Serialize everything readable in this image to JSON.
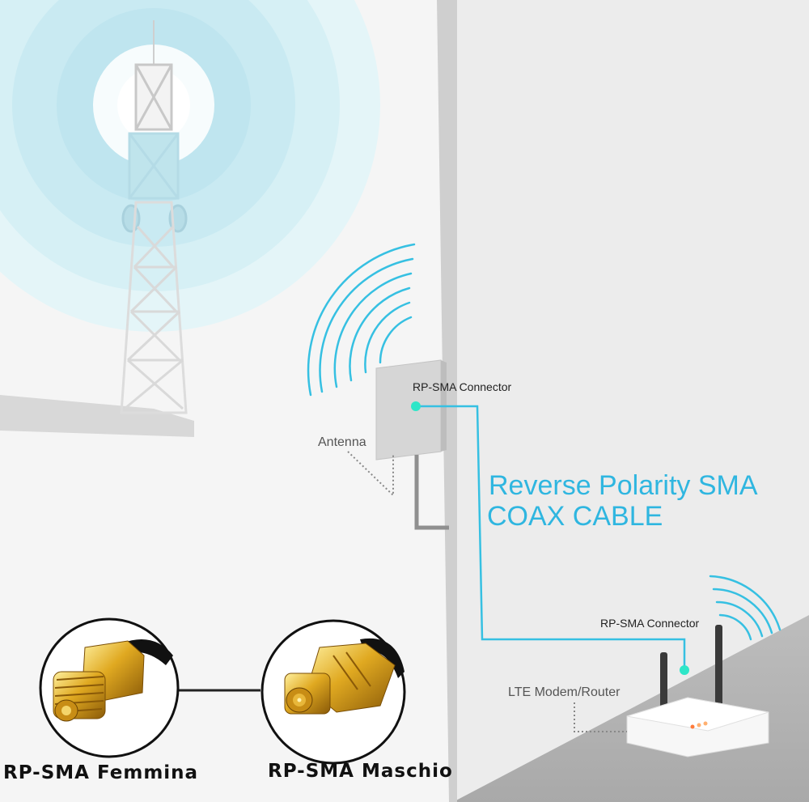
{
  "labels": {
    "connector_top": "RP-SMA Connector",
    "antenna": "Antenna",
    "cable_line1": "Reverse Polarity SMA",
    "cable_line2": "COAX CABLE",
    "connector_bottom": "RP-SMA Connector",
    "router": "LTE Modem/Router",
    "female": "RP-SMA Femmina",
    "male": "RP-SMA Maschio"
  },
  "colors": {
    "accent": "#2fb6e0",
    "signal": "#36c0e2",
    "node": "#2ee6c8",
    "wall": "#cfcfcf"
  }
}
